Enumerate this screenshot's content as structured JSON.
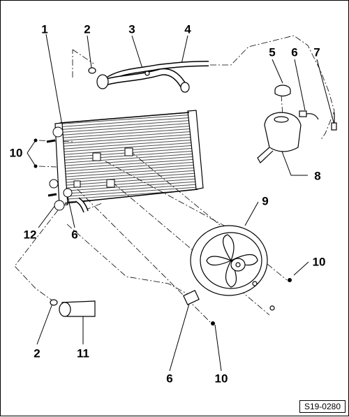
{
  "diagram": {
    "callouts": [
      {
        "id": "c1",
        "label": "1"
      },
      {
        "id": "c2a",
        "label": "2"
      },
      {
        "id": "c3",
        "label": "3"
      },
      {
        "id": "c4",
        "label": "4"
      },
      {
        "id": "c5",
        "label": "5"
      },
      {
        "id": "c6a",
        "label": "6"
      },
      {
        "id": "c7",
        "label": "7"
      },
      {
        "id": "c8",
        "label": "8"
      },
      {
        "id": "c9",
        "label": "9"
      },
      {
        "id": "c10a",
        "label": "10"
      },
      {
        "id": "c10b",
        "label": "10"
      },
      {
        "id": "c10c",
        "label": "10"
      },
      {
        "id": "c12",
        "label": "12"
      },
      {
        "id": "c6b",
        "label": "6"
      },
      {
        "id": "c2b",
        "label": "2"
      },
      {
        "id": "c11",
        "label": "11"
      },
      {
        "id": "c6c",
        "label": "6"
      }
    ],
    "reference_code": "S19-0280"
  }
}
